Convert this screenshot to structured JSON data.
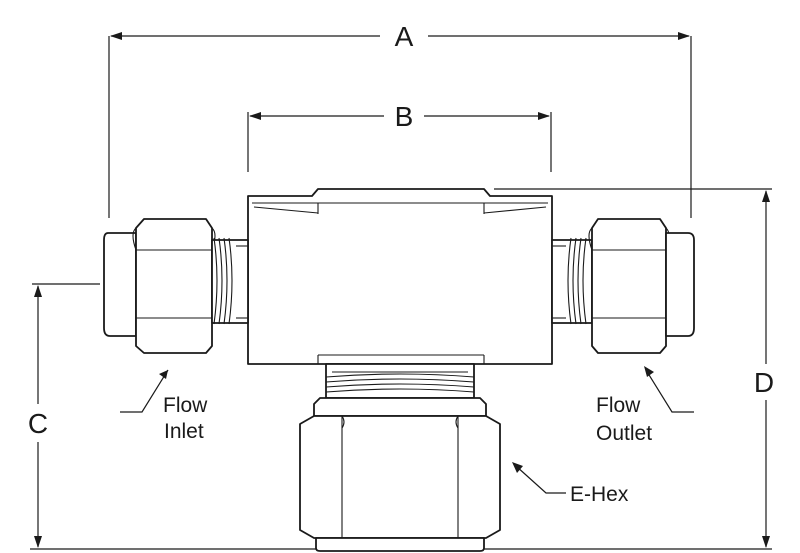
{
  "dimensions": {
    "a": "A",
    "b": "B",
    "c": "C",
    "d": "D"
  },
  "callouts": {
    "inlet_line1": "Flow",
    "inlet_line2": "Inlet",
    "outlet_line1": "Flow",
    "outlet_line2": "Outlet",
    "ehex": "E-Hex"
  }
}
